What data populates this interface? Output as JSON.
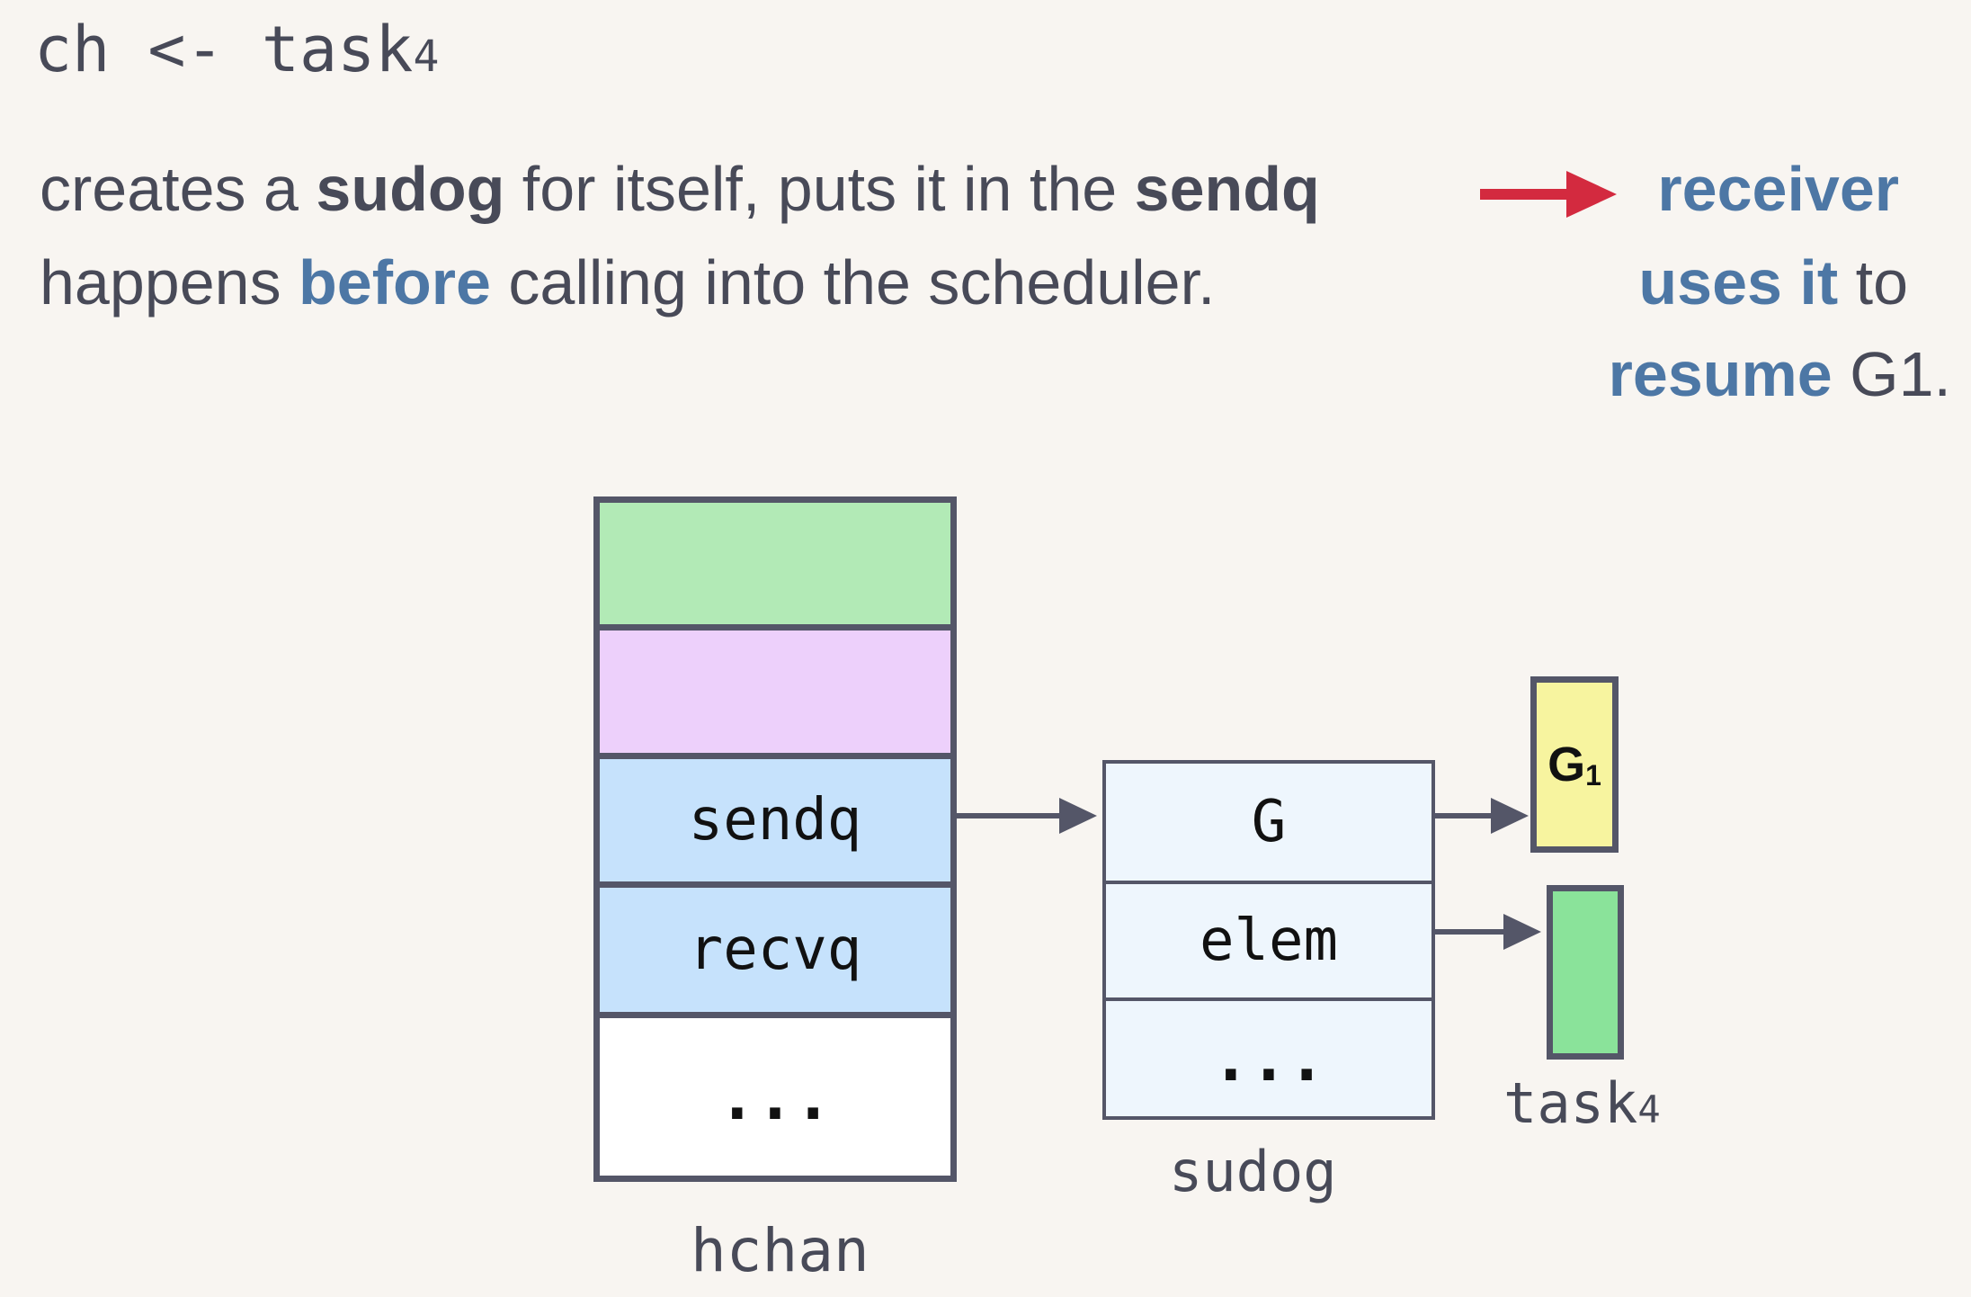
{
  "header": {
    "code": "ch <- task",
    "code_subscript": "4"
  },
  "description": {
    "line1_a": "creates a ",
    "line1_b": "sudog",
    "line1_c": " for itself, puts it in the ",
    "line1_d": "sendq",
    "line2_a": "happens ",
    "line2_b": "before",
    "line2_c": " calling into the scheduler."
  },
  "note": {
    "r1": "receiver",
    "r2_a": "uses it",
    "r2_b": " to",
    "r3_a": "resume",
    "r3_b": " G1."
  },
  "hchan": {
    "label": "hchan",
    "cells": [
      "",
      "",
      "sendq",
      "recvq",
      "..."
    ]
  },
  "sudog": {
    "label": "sudog",
    "cells": [
      "G",
      "elem",
      "..."
    ]
  },
  "g1": {
    "text": "G",
    "subscript": "1"
  },
  "task": {
    "label": "task",
    "subscript": "4"
  },
  "colors": {
    "accent_blue": "#4d77a5",
    "arrow_red": "#d32a3f",
    "green": "#b2eab6",
    "purple": "#edd0fb",
    "light_blue": "#c6e2fc",
    "yellow": "#f7f49f"
  }
}
